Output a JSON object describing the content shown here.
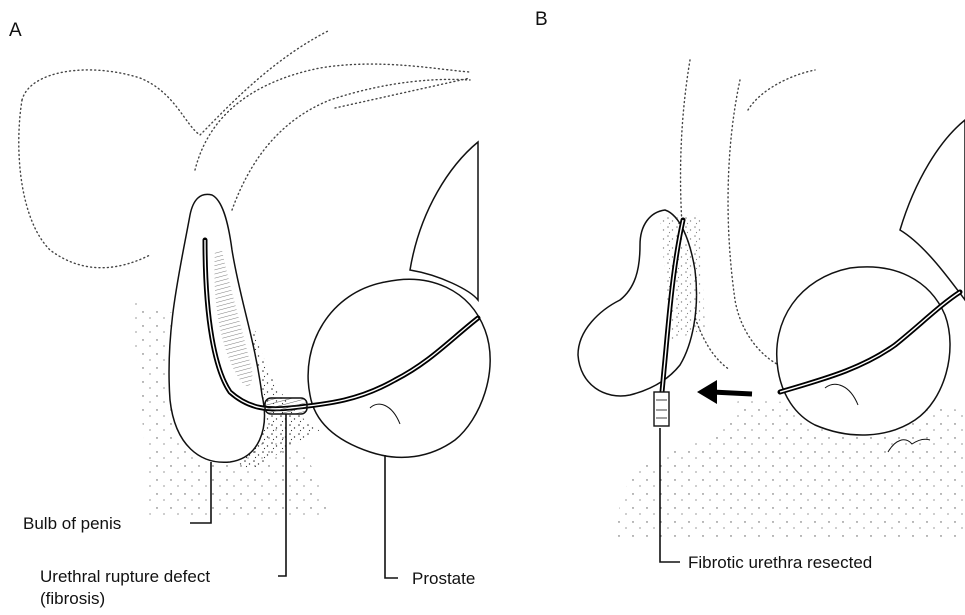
{
  "panels": [
    {
      "letter": "A",
      "labels": {
        "bulb": "Bulb of penis",
        "defect_line1": "Urethral rupture defect",
        "defect_line2": "(fibrosis)",
        "prostate": "Prostate"
      }
    },
    {
      "letter": "B",
      "labels": {
        "resected": "Fibrotic urethra resected"
      }
    }
  ]
}
